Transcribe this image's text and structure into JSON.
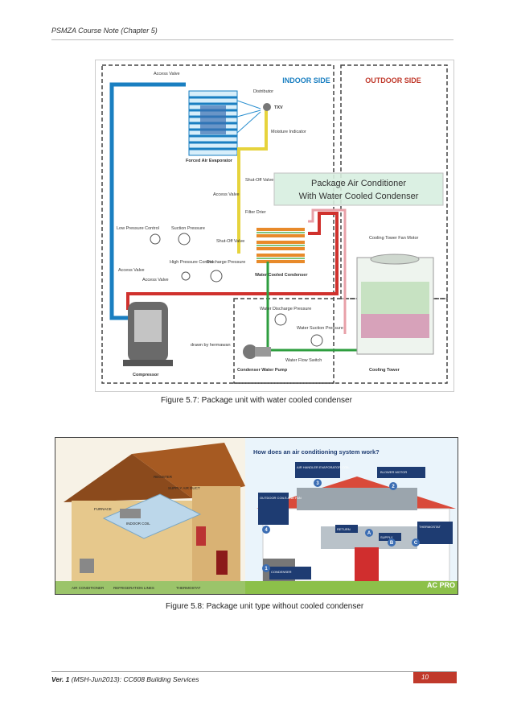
{
  "header": {
    "title": "PSMZA Course Note (Chapter 5)"
  },
  "figure1": {
    "caption": "Figure 5.7: Package unit with water cooled condenser",
    "labels": {
      "indoor_side": "INDOOR SIDE",
      "outdoor_side": "OUTDOOR SIDE",
      "title_line1": "Package Air Conditioner",
      "title_line2": "With Water Cooled Condenser",
      "access_valve_top": "Access Valve",
      "distributor": "Distributor",
      "txv": "TXV",
      "moisture_indicator": "Moisture Indicator",
      "forced_air_evaporator": "Forced Air Evaporator",
      "shutoff_valve_1": "Shut-Off Valve",
      "access_valve_mid": "Access Valve",
      "filter_drier": "Filter Drier",
      "low_pressure_control": "Low Pressure Control",
      "suction_pressure": "Suction Pressure",
      "shutoff_valve_2": "Shut-Off Valve",
      "high_pressure_control": "High Pressure Control",
      "discharge_pressure": "Discharge Pressure",
      "access_valve_left1": "Access Valve",
      "access_valve_left2": "Access Valve",
      "water_cooled_condenser": "Water Cooled Condenser",
      "cooling_tower_fan_motor": "Cooling Tower Fan Motor",
      "water_discharge_pressure": "Water Discharge Pressure",
      "water_suction_pressure": "Water Suction Pressure",
      "drawn_by": "drawn by hermawan",
      "compressor": "Compressor",
      "condenser_water_pump": "Condenser Water Pump",
      "water_flow_switch": "Water Flow Switch",
      "cooling_tower": "Cooling Tower"
    }
  },
  "figure2": {
    "caption": "Figure 5.8: Package unit type without cooled condenser",
    "left_labels": {
      "register": "REGISTER",
      "supply_air_duct": "SUPPLY AIR DUCT",
      "furnace": "FURNACE",
      "indoor_coil": "INDOOR COIL",
      "air_conditioner": "AIR CONDITIONER",
      "refrigeration_lines": "REFRIGERATION LINES",
      "thermostat": "THERMOSTAT"
    },
    "right_labels": {
      "title": "How does an air conditioning system work?",
      "evaporator_coil": "AIR HANDLER EVAPORATOR COIL",
      "blower_motor": "BLOWER MOTOR",
      "outdoor_coils": "OUTDOOR COILS AND FAN",
      "thermostat": "THERMOSTAT",
      "return": "RETURN",
      "supply": "SUPPLY",
      "condenser": "CONDENSER",
      "n1": "1",
      "n2": "2",
      "n3": "3",
      "n4": "4",
      "a": "A",
      "b": "B",
      "c": "C",
      "logo": "AC PRO"
    }
  },
  "footer": {
    "version": "Ver. 1",
    "course": "(MSH-Jun2013): CC608 Building Services",
    "page": "10"
  },
  "colors": {
    "accent": "#c0392b",
    "pipe_blue": "#1a7fc1",
    "pipe_red": "#d0312d",
    "pipe_green": "#2e9e3f",
    "pipe_yellow": "#e6d33c"
  }
}
